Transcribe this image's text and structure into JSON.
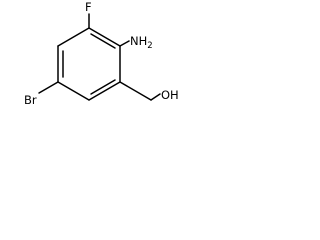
{
  "molecule": {
    "atoms": {
      "fluorine": "F",
      "amino": "NH",
      "amino_subscript": "2",
      "bromine": "Br",
      "hydroxyl": "OH"
    }
  }
}
